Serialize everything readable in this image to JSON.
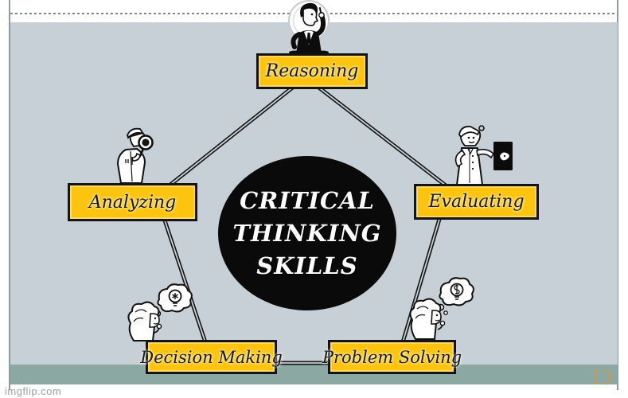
{
  "diagram": {
    "center": {
      "lines": [
        "CRITICAL",
        "THINKING",
        "SKILLS"
      ]
    },
    "skills": [
      {
        "label": "Reasoning"
      },
      {
        "label": "Analyzing"
      },
      {
        "label": "Evaluating"
      },
      {
        "label": "Decision Making"
      },
      {
        "label": "Problem Solving"
      }
    ],
    "icons": [
      "thinking-man-icon",
      "detective-magnifying-glass-icon",
      "evaluating-picture-icon",
      "idea-thought-bubble-left-icon",
      "idea-thought-bubble-right-icon"
    ]
  },
  "footer": {
    "watermark": "imgflip.com",
    "page_number": "13"
  },
  "colors": {
    "slide_background": "#c7d0d6",
    "bottom_band": "#8ca8a3",
    "skill_box_fill": "#fcc40e",
    "skill_box_border": "#141414",
    "center_circle_fill": "#0a0a0a",
    "center_text": "#ffffff",
    "page_number": "#c59a55",
    "watermark": "#a0a0a0"
  }
}
